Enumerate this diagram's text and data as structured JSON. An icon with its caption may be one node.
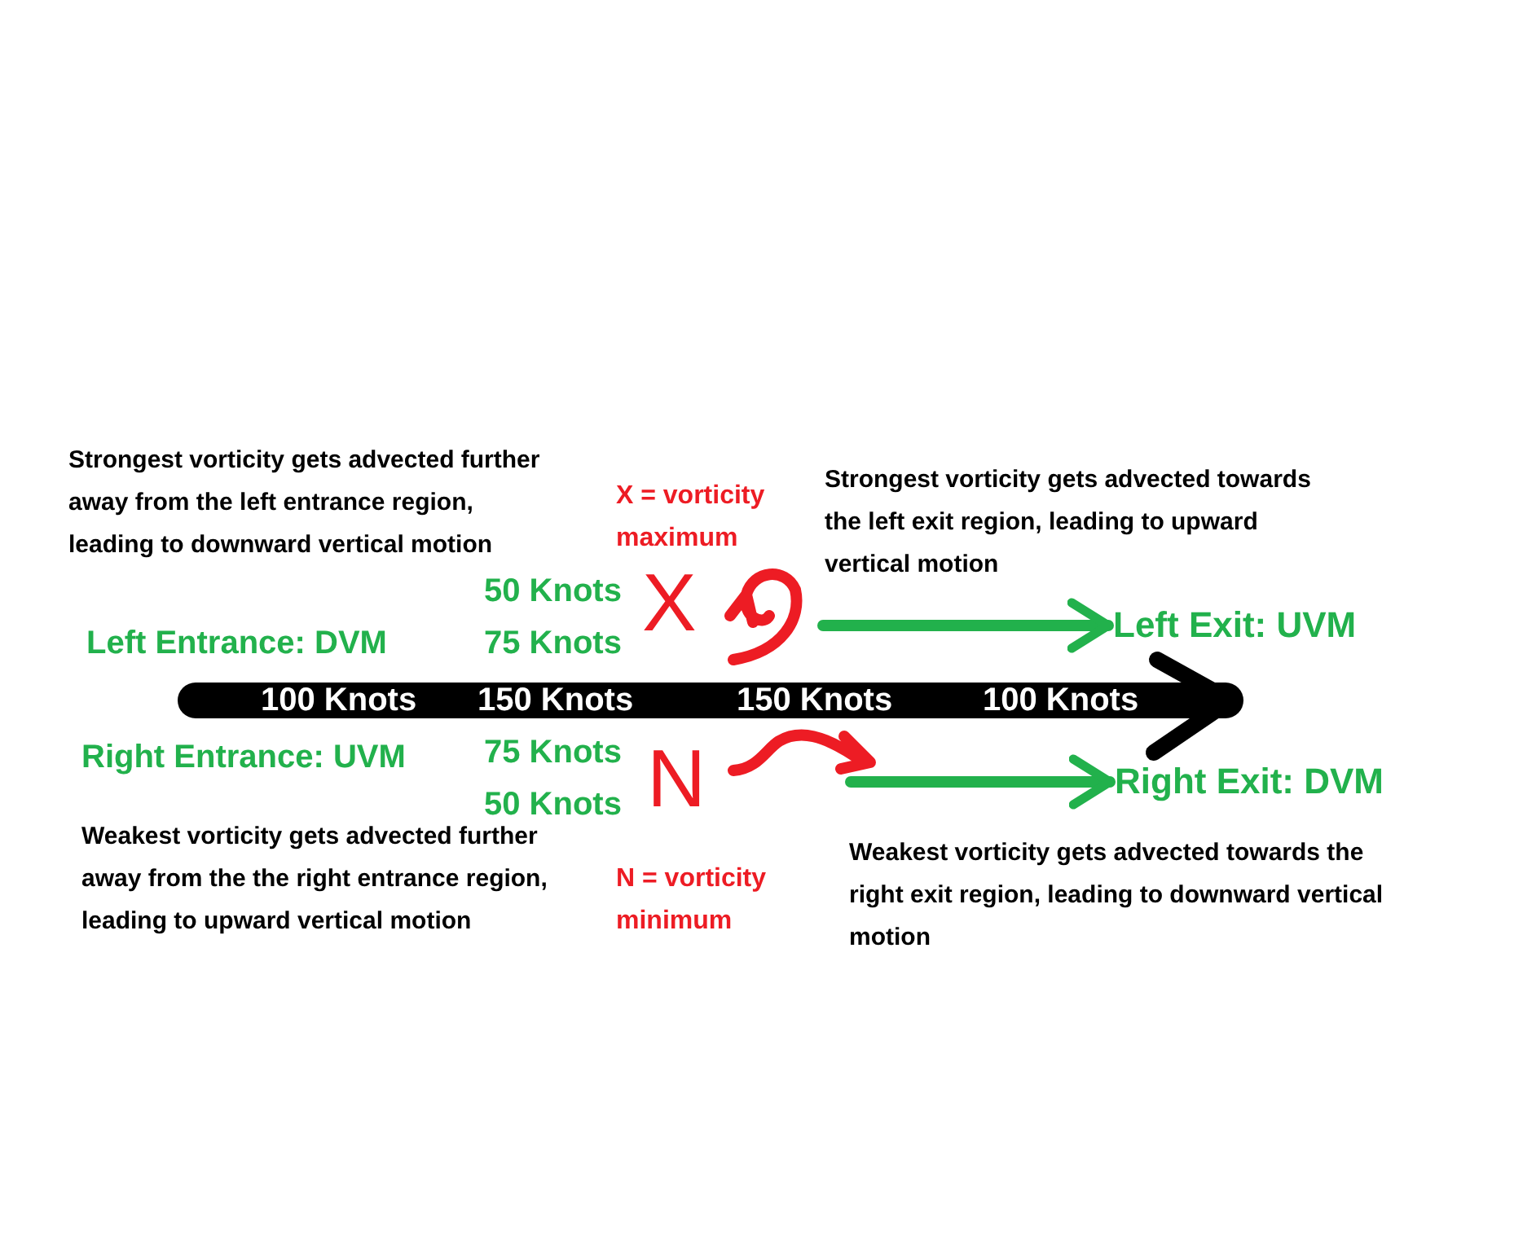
{
  "diagram": {
    "nodes": [
      {
        "text": [
          "Left Exit: UVM"
        ]
      },
      {
        "text": [
          "Right Exit: DVM"
        ]
      }
    ],
    "edges": [
      {
        "from": null,
        "to": 0,
        "arrow": "to"
      },
      {
        "from": null,
        "to": 1,
        "arrow": "to"
      }
    ],
    "labels": [
      "Strongest vorticity gets advected further away from the left entrance region, leading to downward vertical motion",
      "X = vorticity maximum",
      "Strongest vorticity gets advected towards the left exit region, leading to upward vertical motion",
      "50 Knots",
      "X",
      "Left Entrance: DVM",
      "75 Knots",
      "100 Knots",
      "150 Knots",
      "150 Knots",
      "100 Knots",
      "Right Entrance: UVM",
      "75 Knots",
      "N",
      "50 Knots",
      "Weakest vorticity gets advected further away from the the right entrance region, leading to upward vertical motion",
      "N = vorticity minimum",
      "Weakest vorticity gets advected towards the right exit region, leading to downward vertical motion"
    ]
  }
}
